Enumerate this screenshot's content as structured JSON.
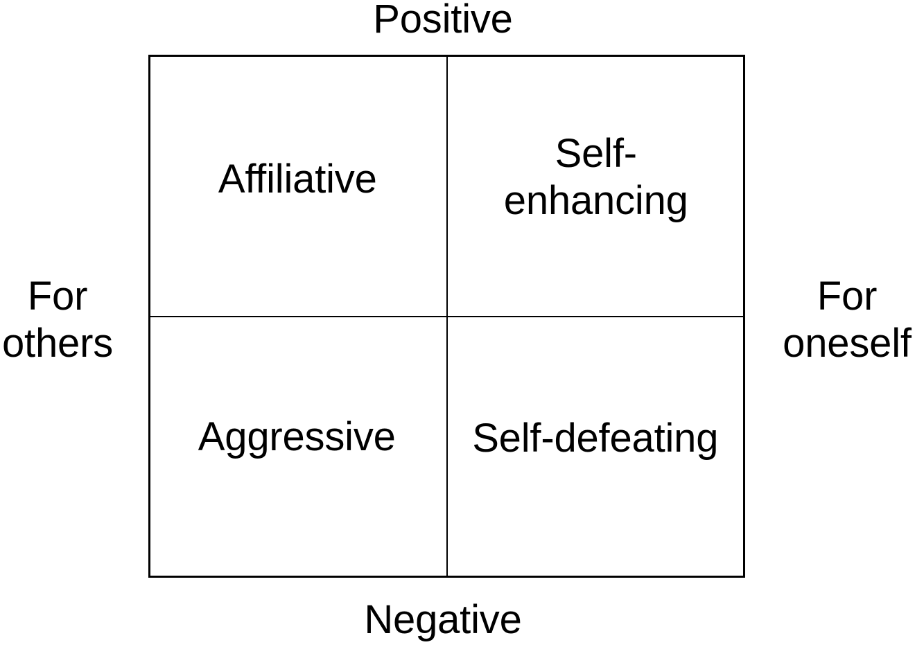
{
  "figure": {
    "title_text": "",
    "type": "2x2-matrix-diagram",
    "background_color": "#ffffff",
    "line_color": "#000000",
    "text_color": "#000000"
  },
  "axes": {
    "top_label": "Positive",
    "bottom_label": "Negative",
    "left_label": "For\nothers",
    "right_label": "For\noneself"
  },
  "quadrants": [
    {
      "id": "top-left",
      "label": "Affiliative",
      "row": "positive",
      "column": "for-others"
    },
    {
      "id": "top-right",
      "label": "Self-\nenhancing",
      "row": "positive",
      "column": "for-oneself"
    },
    {
      "id": "bottom-left",
      "label": "Aggressive",
      "row": "negative",
      "column": "for-others"
    },
    {
      "id": "bottom-right",
      "label": "Self-defeating",
      "row": "negative",
      "column": "for-oneself"
    }
  ]
}
